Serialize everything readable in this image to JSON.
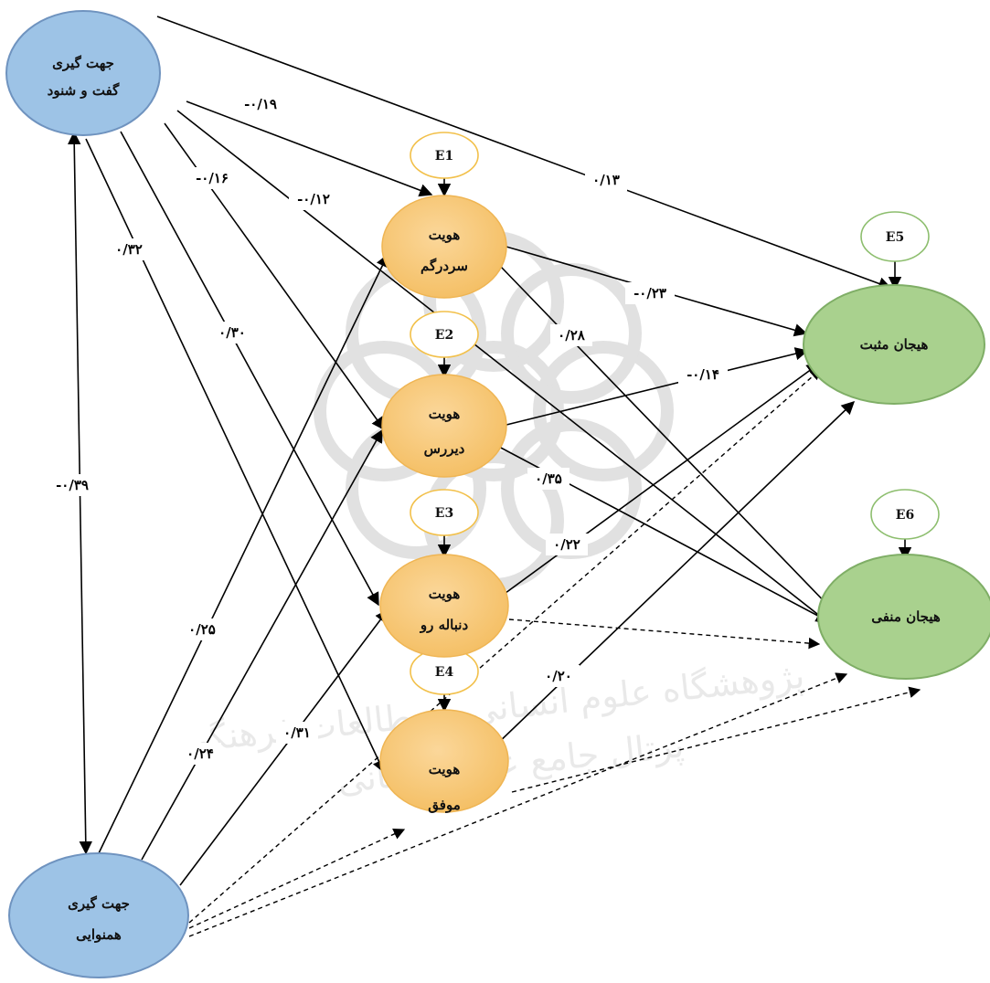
{
  "nodes": {
    "disc_orientation": {
      "line1": "جهت گیری",
      "line2": "گفت و شنود"
    },
    "conf_orientation": {
      "line1": "جهت گیری",
      "line2": "همنوایی"
    },
    "diffuse_identity": {
      "line1": "هویت",
      "line2": "سردرگم"
    },
    "moratorium_identity": {
      "line1": "هویت",
      "line2": "دیررس"
    },
    "foreclosure_identity": {
      "line1": "هویت",
      "line2": "دنباله رو"
    },
    "achieved_identity": {
      "line1": "هویت",
      "line2": "موفق"
    },
    "positive_emotion": {
      "label": "هیجان مثبت"
    },
    "negative_emotion": {
      "label": "هیجان منفی"
    }
  },
  "errors": [
    "E1",
    "E2",
    "E3",
    "E4",
    "E5",
    "E6"
  ],
  "coefficients": {
    "c1": "-۰/۱۹",
    "c2": "۰/۱۳",
    "c3": "-۰/۱۶",
    "c4": "-۰/۱۲",
    "c5": "۰/۳۲",
    "c6": "۰/۳۰",
    "c7": "-۰/۲۳",
    "c8": "۰/۲۸",
    "c9": "-۰/۱۴",
    "c10": "-۰/۳۹",
    "c11": "۰/۳۵",
    "c12": "۰/۲۲",
    "c13": "۰/۲۵",
    "c14": "۰/۲۰",
    "c15": "۰/۳۱",
    "c16": "۰/۲۴"
  },
  "watermark": {
    "line1": "پژوهشگاه علوم انسانی و مطالعات فرهنگی",
    "line2": "پرتال جامع علوم انسانی"
  },
  "colors": {
    "blue_node": "#9DC3E6",
    "blue_stroke": "#6F93BF",
    "orange_node": "#F7C774",
    "green_node": "#A9D18E",
    "green_stroke": "#7FAE66",
    "error_stroke": "#F2C04A"
  }
}
